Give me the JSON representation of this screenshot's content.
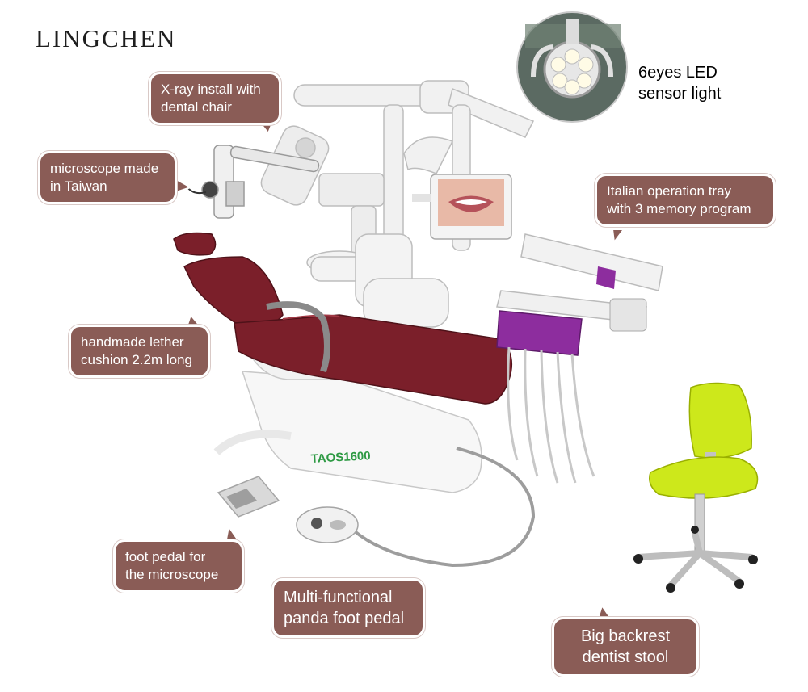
{
  "brand": {
    "logo_text": "LINGCHEN"
  },
  "chair": {
    "model_label": "TAOS1600"
  },
  "light": {
    "line1": "6eyes LED",
    "line2": "sensor light"
  },
  "callouts": {
    "xray": {
      "line1": "X-ray install with",
      "line2": "dental chair"
    },
    "microscope": {
      "line1": "microscope made",
      "line2": "in Taiwan"
    },
    "tray": {
      "line1": "Italian operation tray",
      "line2": "with 3 memory program"
    },
    "cushion": {
      "line1": "handmade lether",
      "line2": "cushion 2.2m long"
    },
    "foot_microscope": {
      "line1": "foot pedal for",
      "line2": "the microscope"
    },
    "panda_pedal": {
      "line1": "Multi-functional",
      "line2": "panda foot pedal"
    },
    "stool": {
      "line1": "Big backrest",
      "line2": "dentist stool"
    }
  },
  "colors": {
    "callout_bg": "#8a5c56",
    "upholstery": "#7b1f2a",
    "tray_accent": "#8d2d9e",
    "stool_seat": "#cde81b"
  }
}
